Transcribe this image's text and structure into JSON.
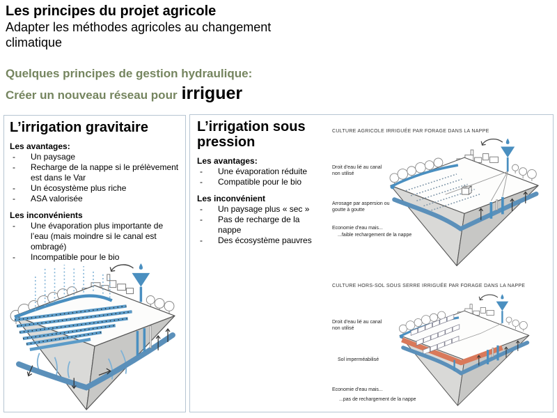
{
  "header": {
    "title": "Les principes du projet agricole",
    "subtitle": "Adapter les méthodes agricoles au changement climatique",
    "section_heading": "Quelques principes de gestion hydraulique:",
    "section_line_prefix": "Créer un nouveau réseau pour",
    "section_line_emphasis": "irriguer"
  },
  "misc": {
    "bullet": "-"
  },
  "left_panel": {
    "title": "L’irrigation gravitaire",
    "advantages_heading": "Les avantages:",
    "advantages": [
      "Un paysage",
      "Recharge de la nappe si le prélèvement est dans le Var",
      "Un écosystème plus riche",
      "ASA valorisée"
    ],
    "disadvantages_heading": "Les inconvénients",
    "disadvantages": [
      "Une évaporation plus importante de l’eau (mais moindre si le canal est ombragé)",
      "Incompatible pour le bio"
    ]
  },
  "right_panel": {
    "title": "L’irrigation sous pression",
    "advantages_heading": "Les avantages:",
    "advantages": [
      "Une évaporation réduite",
      "Compatible pour le bio"
    ],
    "disadvantages_heading": "Les inconvénient",
    "disadvantages": [
      "Un paysage plus « sec »",
      "Pas de recharge de la nappe",
      "Des écosystème pauvres"
    ],
    "figure_top": {
      "caption": "CULTURE AGRICOLE IRRIGUÉE PAR FORAGE DANS LA NAPPE",
      "label_canal": "Droit d’eau lié au canal non utilisé",
      "label_method": "Arrosage par aspersion ou goutte à goutte",
      "label_economy": "Economie d’eau mais...",
      "label_economy2": "...faible rechargement de la nappe"
    },
    "figure_bottom": {
      "caption": "CULTURE HORS-SOL SOUS SERRE IRRIGUÉE PAR FORAGE DANS LA NAPPE",
      "label_canal": "Droit d’eau lié au canal non utilisé",
      "label_soil": "Sol imperméabilisé",
      "label_economy": "Economie d’eau mais...",
      "label_economy2": "...pas de rechargement de la nappe"
    }
  },
  "colors": {
    "accent_green": "#75855F",
    "water_blue": "#5b90ba",
    "channel_blue": "#4a8fc0",
    "impermeable_orange": "#d9795a",
    "panel_border": "#b6c5d2"
  }
}
